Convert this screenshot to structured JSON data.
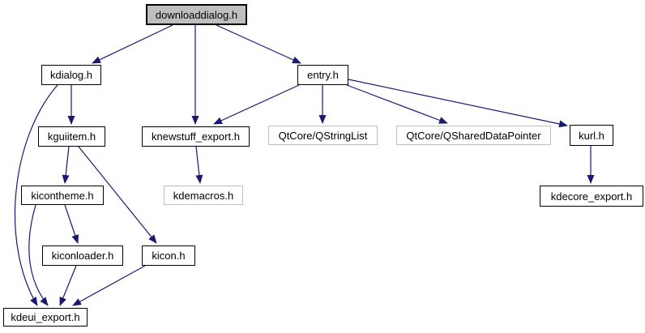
{
  "graph": {
    "kind": "include-dependency-graph",
    "background_color": "#ffffff",
    "edge_color": "#191970",
    "main_node_fill": "#bfbfbf",
    "node_border_color": "#000000",
    "external_node_border_color": "#bfbfbf",
    "nodes": {
      "downloaddialog": {
        "label": "downloaddialog.h",
        "kind": "main"
      },
      "kdialog": {
        "label": "kdialog.h",
        "kind": "internal"
      },
      "entry": {
        "label": "entry.h",
        "kind": "internal"
      },
      "kguiitem": {
        "label": "kguiitem.h",
        "kind": "internal"
      },
      "knewstuff_export": {
        "label": "knewstuff_export.h",
        "kind": "internal"
      },
      "qstringlist": {
        "label": "QtCore/QStringList",
        "kind": "external"
      },
      "qshareddatapointer": {
        "label": "QtCore/QSharedDataPointer",
        "kind": "external"
      },
      "kurl": {
        "label": "kurl.h",
        "kind": "internal"
      },
      "kicontheme": {
        "label": "kicontheme.h",
        "kind": "internal"
      },
      "kdemacros": {
        "label": "kdemacros.h",
        "kind": "external"
      },
      "kdecore_export": {
        "label": "kdecore_export.h",
        "kind": "internal"
      },
      "kiconloader": {
        "label": "kiconloader.h",
        "kind": "internal"
      },
      "kicon": {
        "label": "kicon.h",
        "kind": "internal"
      },
      "kdeui_export": {
        "label": "kdeui_export.h",
        "kind": "internal"
      }
    },
    "edges": [
      {
        "from": "downloaddialog.h",
        "to": "kdialog.h"
      },
      {
        "from": "downloaddialog.h",
        "to": "knewstuff_export.h"
      },
      {
        "from": "downloaddialog.h",
        "to": "entry.h"
      },
      {
        "from": "kdialog.h",
        "to": "kguiitem.h"
      },
      {
        "from": "kdialog.h",
        "to": "kdeui_export.h"
      },
      {
        "from": "kguiitem.h",
        "to": "kicontheme.h"
      },
      {
        "from": "kguiitem.h",
        "to": "kicon.h"
      },
      {
        "from": "kicontheme.h",
        "to": "kiconloader.h"
      },
      {
        "from": "kicontheme.h",
        "to": "kdeui_export.h"
      },
      {
        "from": "kiconloader.h",
        "to": "kdeui_export.h"
      },
      {
        "from": "kicon.h",
        "to": "kdeui_export.h"
      },
      {
        "from": "knewstuff_export.h",
        "to": "kdemacros.h"
      },
      {
        "from": "entry.h",
        "to": "knewstuff_export.h"
      },
      {
        "from": "entry.h",
        "to": "QtCore/QStringList"
      },
      {
        "from": "entry.h",
        "to": "QtCore/QSharedDataPointer"
      },
      {
        "from": "entry.h",
        "to": "kurl.h"
      },
      {
        "from": "kurl.h",
        "to": "kdecore_export.h"
      }
    ]
  }
}
